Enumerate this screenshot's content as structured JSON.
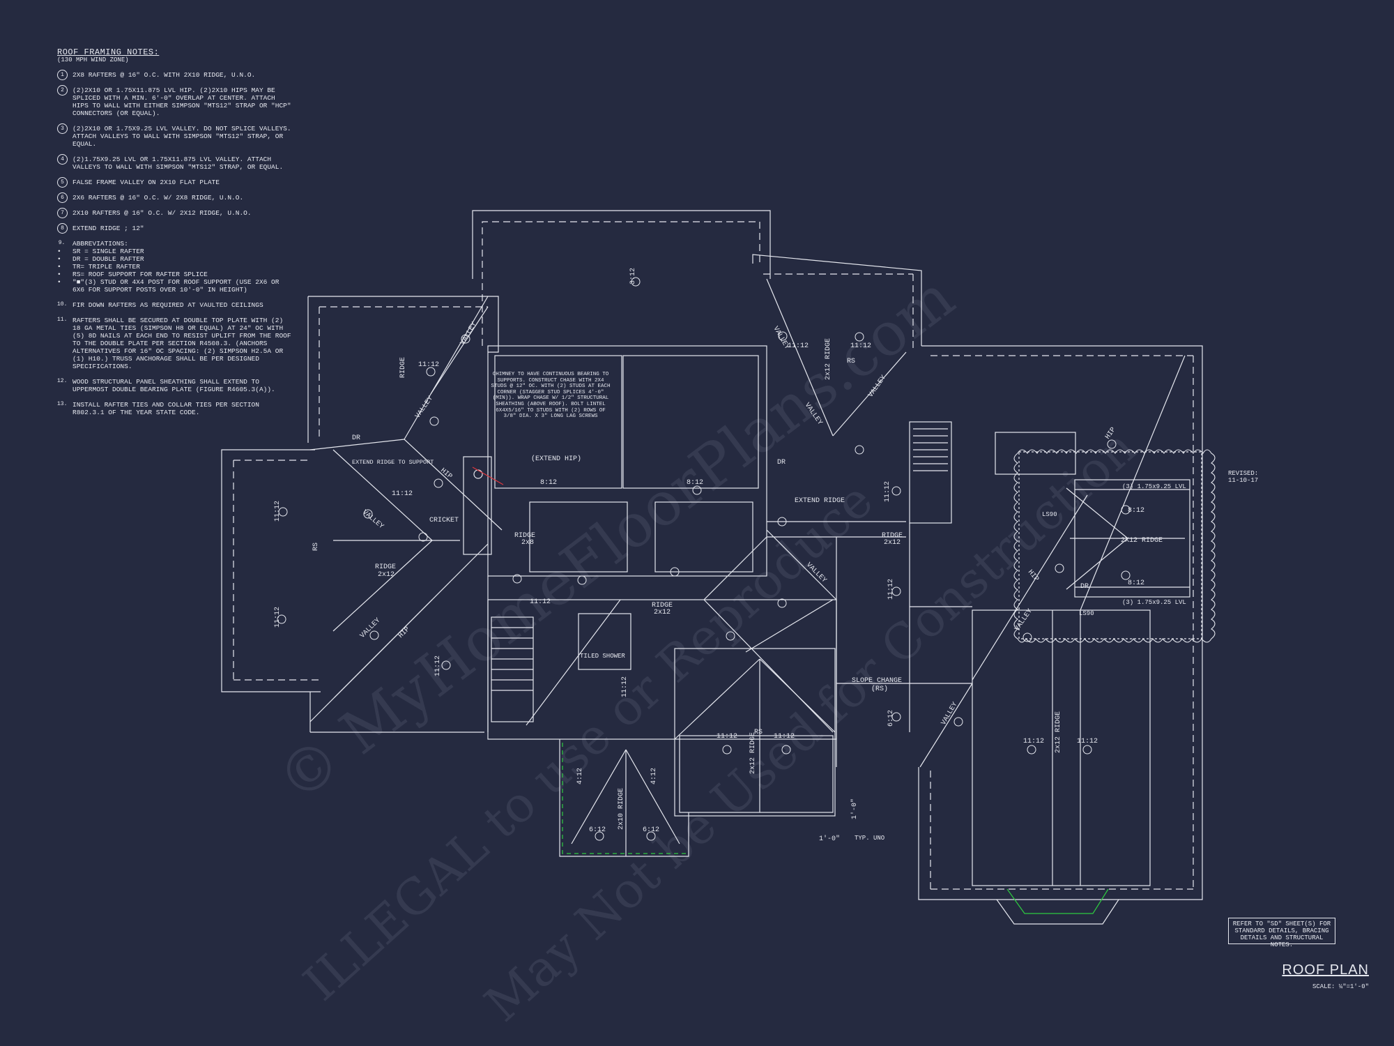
{
  "notes": {
    "title": "ROOF FRAMING NOTES:",
    "subtitle": "(130 MPH WIND ZONE)",
    "items": [
      {
        "n": "1",
        "text": "2x8 RAFTERS @ 16\" O.C. WITH 2X10 RIDGE, U.N.O."
      },
      {
        "n": "2",
        "text": "(2)2x10 OR 1.75x11.875 LVL HIP. (2)2x10 HIPS MAY BE SPLICED WITH A MIN. 6'-0\" OVERLAP AT CENTER. ATTACH HIPS TO WALL WITH EITHER SIMPSON \"MTS12\" STRAP OR \"HCP\" CONNECTORS (OR EQUAL)."
      },
      {
        "n": "3",
        "text": "(2)2x10 OR 1.75x9.25 LVL VALLEY. DO NOT SPLICE VALLEYS. ATTACH VALLEYS TO WALL WITH SIMPSON \"MTS12\" STRAP, OR EQUAL."
      },
      {
        "n": "4",
        "text": "(2)1.75x9.25 LVL OR 1.75x11.875 LVL VALLEY. ATTACH VALLEYS TO WALL WITH SIMPSON \"MTS12\" STRAP, OR EQUAL."
      },
      {
        "n": "5",
        "text": "FALSE FRAME VALLEY ON 2x10 FLAT PLATE"
      },
      {
        "n": "6",
        "text": "2x6 RAFTERS @ 16\" O.C. W/ 2x8 RIDGE, U.N.O."
      },
      {
        "n": "7",
        "text": "2x10 RAFTERS @ 16\" O.C. W/ 2x12 RIDGE, U.N.O."
      },
      {
        "n": "8",
        "text": "EXTEND RIDGE ; 12\""
      }
    ],
    "abbr_title": "ABBREVIATIONS:",
    "abbr": [
      "SR = SINGLE RAFTER",
      "DR = DOUBLE RAFTER",
      "TR= TRIPLE RAFTER",
      "RS= ROOF SUPPORT FOR RAFTER SPLICE",
      "\"■\"(3) STUD OR 4x4 POST FOR ROOF SUPPORT (USE 2x6 OR 6x6 FOR SUPPORT POSTS OVER 10'-0\" IN HEIGHT)"
    ],
    "items_b": [
      {
        "n": "10.",
        "text": "FIR DOWN RAFTERS AS REQUIRED AT VAULTED CEILINGS"
      },
      {
        "n": "11.",
        "text": "RAFTERS SHALL BE SECURED AT DOUBLE TOP PLATE WITH (2) 18 GA METAL TIES (SIMPSON H8 OR EQUAL) AT 24\" OC WITH (5) 8d NAILS AT EACH END TO RESIST UPLIFT FROM THE ROOF TO THE DOUBLE PLATE PER SECTION R4508.3. (ANCHORS ALTERNATIVES FOR 16\" OC SPACING: (2) SIMPSON H2.5A OR (1) H10.) TRUSS ANCHORAGE SHALL BE PER DESIGNED SPECIFICATIONS."
      },
      {
        "n": "12.",
        "text": "WOOD STRUCTURAL PANEL SHEATHING SHALL EXTEND TO UPPERMOST DOUBLE BEARING PLATE (FIGURE R4605.3(A))."
      },
      {
        "n": "13.",
        "text": "INSTALL RAFTER TIES AND COLLAR TIES PER SECTION R802.3.1 OF THE YEAR STATE CODE."
      }
    ],
    "abbr_num": "9."
  },
  "chimney_note": "CHIMNEY TO HAVE CONTINUOUS BEARING TO SUPPORTS. CONSTRUCT CHASE WITH 2x4 STUDS @ 12\" OC. WITH (2) STUDS AT EACH CORNER (STAGGER STUD SPLICES 4'-0\" (MIN)). WRAP CHASE W/ 1/2\" STRUCTURAL SHEATHING (ABOVE ROOF). BOLT LINTEL 6x4x5/16\" TO STUDS WITH (2) ROWS OF 3/8\" DIA. x 3\" LONG LAG SCREWS",
  "plan_labels": {
    "slope_3_12": "3:12",
    "slope_11_12": "11:12",
    "slope_8_12": "8:12",
    "slope_6_12": "6:12",
    "slope_4_12": "4:12",
    "ridge": "RIDGE",
    "ridge_2x12": "2x12",
    "ridge_2x8": "2x8",
    "ridge_2x12_v": "2x12 RIDGE",
    "ridge_2x10_v": "2x10 RIDGE",
    "ridge_2x12_h": "2X12 RIDGE",
    "valley": "VALLEY",
    "hip": "HIP",
    "dr": "DR",
    "rs": "RS",
    "cricket": "CRICKET",
    "extend_ridge_support": "EXTEND RIDGE TO SUPPORT",
    "extend_hip": "(EXTEND HIP)",
    "extend_ridge": "EXTEND RIDGE",
    "tiled_shower": "TILED SHOWER",
    "slope_change": "SLOPE CHANGE",
    "slope_change_rs": "(RS)",
    "lvl_1": "(3) 1.75x9.25 LVL",
    "lvl_2": "(3) 1.75x9.25 LVL",
    "ls90": "LS90",
    "one_zero": "1'-0\"",
    "typ_uno": "TYP. UNO"
  },
  "revised": "REVISED: 11-10-17",
  "refbox": "REFER TO \"SD\" SHEET(S) FOR STANDARD DETAILS, BRACING DETAILS AND STRUCTURAL NOTES.",
  "sheet_title": "ROOF PLAN",
  "sheet_scale": "SCALE: ¼\"=1'-0\"",
  "watermark_1": "© MyHomeFloorPlans.com",
  "watermark_2": "ILLEGAL to use or Reproduce",
  "watermark_3": "May Not be Used for Construction",
  "colors": {
    "background": "#252a40",
    "line": "#e6e8ef",
    "accent_green": "#2ecc40",
    "accent_red": "#e0383e"
  }
}
